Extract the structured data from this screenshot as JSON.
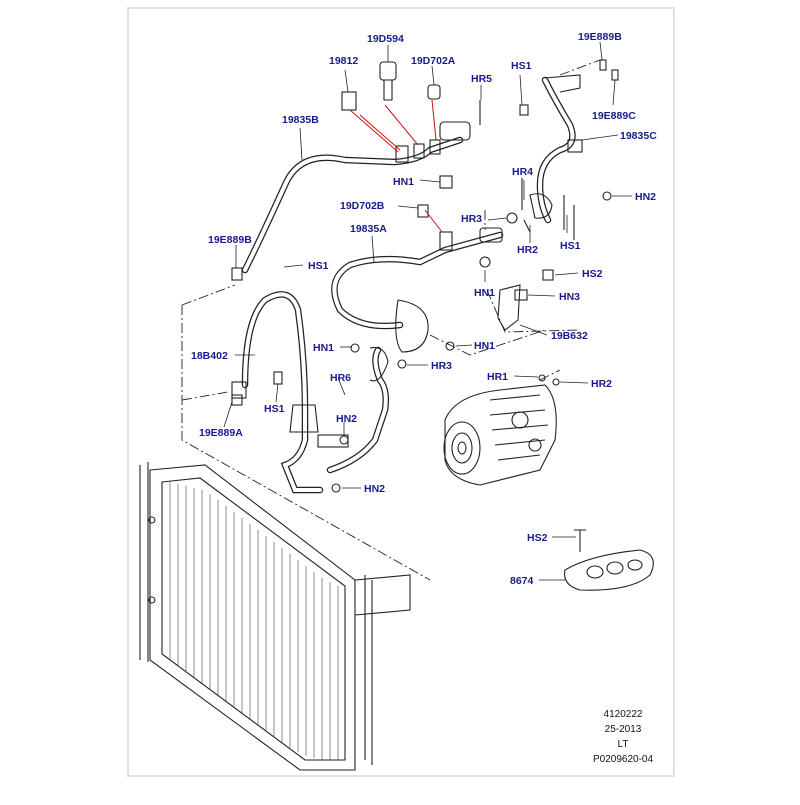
{
  "callouts": [
    {
      "id": "c-19d594",
      "text": "19D594"
    },
    {
      "id": "c-19812",
      "text": "19812"
    },
    {
      "id": "c-19d702a",
      "text": "19D702A"
    },
    {
      "id": "c-hr5",
      "text": "HR5"
    },
    {
      "id": "c-hs1-top",
      "text": "HS1"
    },
    {
      "id": "c-19e889b-top",
      "text": "19E889B"
    },
    {
      "id": "c-19e889c",
      "text": "19E889C"
    },
    {
      "id": "c-19835c",
      "text": "19835C"
    },
    {
      "id": "c-19835b",
      "text": "19835B"
    },
    {
      "id": "c-hn1-top",
      "text": "HN1"
    },
    {
      "id": "c-hr4",
      "text": "HR4"
    },
    {
      "id": "c-hn2-right",
      "text": "HN2"
    },
    {
      "id": "c-19d702b",
      "text": "19D702B"
    },
    {
      "id": "c-hr3-top",
      "text": "HR3"
    },
    {
      "id": "c-19835a",
      "text": "19835A"
    },
    {
      "id": "c-hr2-top",
      "text": "HR2"
    },
    {
      "id": "c-hs1-right",
      "text": "HS1"
    },
    {
      "id": "c-19e889b-left",
      "text": "19E889B"
    },
    {
      "id": "c-hs1-left",
      "text": "HS1"
    },
    {
      "id": "c-hs2-mid",
      "text": "HS2"
    },
    {
      "id": "c-hn1-mid",
      "text": "HN1"
    },
    {
      "id": "c-hn3",
      "text": "HN3"
    },
    {
      "id": "c-19b632",
      "text": "19B632"
    },
    {
      "id": "c-18b402",
      "text": "18B402"
    },
    {
      "id": "c-hn1-left",
      "text": "HN1"
    },
    {
      "id": "c-hn1-center",
      "text": "HN1"
    },
    {
      "id": "c-hr3-center",
      "text": "HR3"
    },
    {
      "id": "c-hr6",
      "text": "HR6"
    },
    {
      "id": "c-hr1",
      "text": "HR1"
    },
    {
      "id": "c-hr2-right",
      "text": "HR2"
    },
    {
      "id": "c-hs1-bottom",
      "text": "HS1"
    },
    {
      "id": "c-hn2-mid",
      "text": "HN2"
    },
    {
      "id": "c-19e889a",
      "text": "19E889A"
    },
    {
      "id": "c-hn2-bottom",
      "text": "HN2"
    },
    {
      "id": "c-hs2-bottom",
      "text": "HS2"
    },
    {
      "id": "c-8674",
      "text": "8674"
    }
  ],
  "reference": {
    "line1": "4120222",
    "line2": "25-2013",
    "line3": "LT",
    "line4": "P0209620-04"
  },
  "colors": {
    "callout": "#1a1a8c",
    "leader_highlight": "#d01010",
    "frame": "#d8d8d8"
  }
}
